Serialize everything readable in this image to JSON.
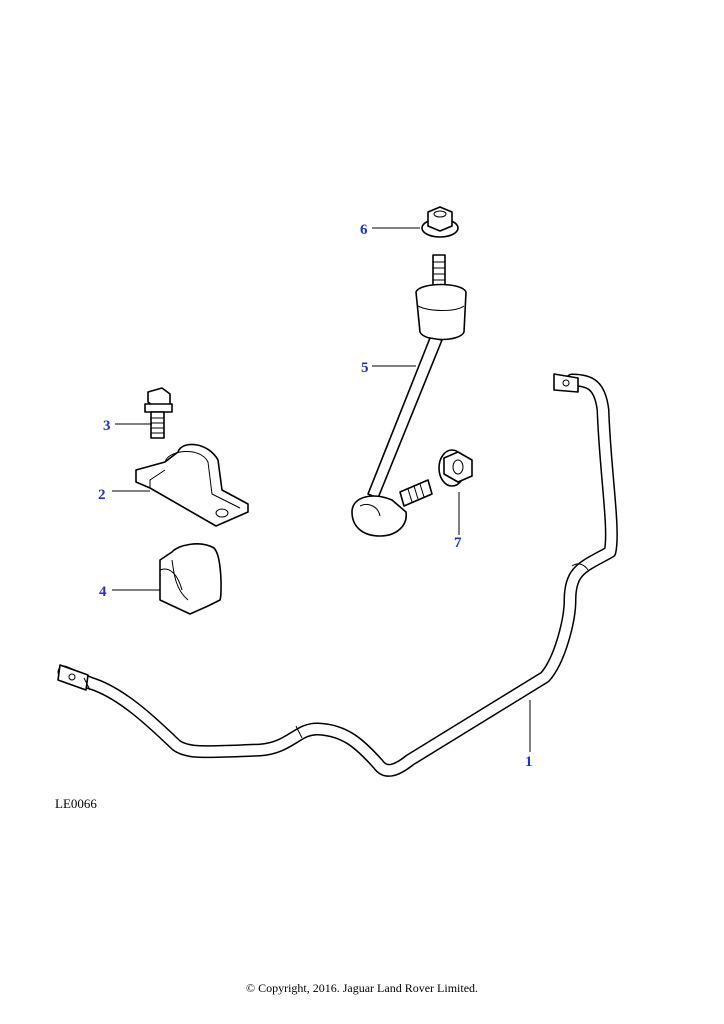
{
  "diagram": {
    "reference_code": "LE0066",
    "copyright": "© Copyright, 2016. Jaguar Land Rover Limited.",
    "callouts": [
      {
        "id": "1",
        "part": "stabilizer-bar"
      },
      {
        "id": "2",
        "part": "mounting-clamp"
      },
      {
        "id": "3",
        "part": "clamp-bolt"
      },
      {
        "id": "4",
        "part": "bushing"
      },
      {
        "id": "5",
        "part": "stabilizer-link"
      },
      {
        "id": "6",
        "part": "upper-nut"
      },
      {
        "id": "7",
        "part": "lower-nut"
      }
    ]
  }
}
